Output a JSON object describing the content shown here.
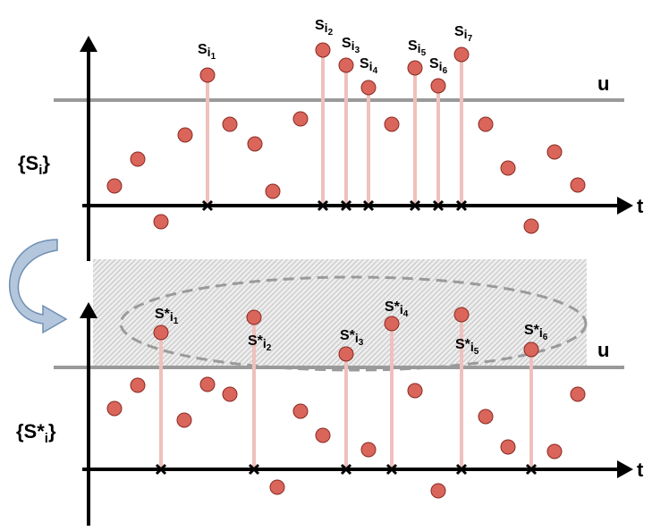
{
  "colors": {
    "axis": "#000000",
    "threshold": "#9a9a9a",
    "point_fill": "#d9655b",
    "point_stroke": "#8a2a22",
    "stem": "#efc0bd",
    "shade": "#d6d6d6",
    "ellipse": "#9a9a9a",
    "arrow": "#a9c0d9"
  },
  "top": {
    "set_label": "{S",
    "set_sub": "i",
    "set_close": "}",
    "threshold_label": "u",
    "axis_label": "t",
    "exceedances": [
      {
        "base": "S",
        "sub": "i",
        "subsub": "1"
      },
      {
        "base": "S",
        "sub": "i",
        "subsub": "2"
      },
      {
        "base": "S",
        "sub": "i",
        "subsub": "3"
      },
      {
        "base": "S",
        "sub": "i",
        "subsub": "4"
      },
      {
        "base": "S",
        "sub": "i",
        "subsub": "5"
      },
      {
        "base": "S",
        "sub": "i",
        "subsub": "6"
      },
      {
        "base": "S",
        "sub": "i",
        "subsub": "7"
      }
    ]
  },
  "bottom": {
    "set_label": "{S*",
    "set_sub": "i",
    "set_close": "}",
    "threshold_label": "u",
    "axis_label": "t",
    "exceedances": [
      {
        "base": "S*",
        "sub": "i",
        "subsub": "1"
      },
      {
        "base": "S*",
        "sub": "i",
        "subsub": "2"
      },
      {
        "base": "S*",
        "sub": "i",
        "subsub": "3"
      },
      {
        "base": "S*",
        "sub": "i",
        "subsub": "4"
      },
      {
        "base": "S*",
        "sub": "i",
        "subsub": "5"
      },
      {
        "base": "S*",
        "sub": "i",
        "subsub": "6"
      }
    ]
  }
}
